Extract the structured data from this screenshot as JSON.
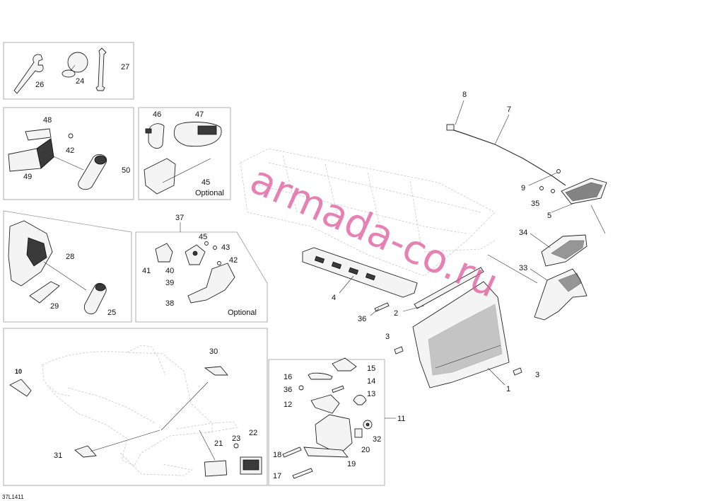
{
  "diagram": {
    "code": "37L1411",
    "watermark": "armada-co.ru",
    "optional_1": "Optional",
    "optional_2": "Optional",
    "labels": {
      "n1": "1",
      "n2": "2",
      "n3a": "3",
      "n3b": "3",
      "n4": "4",
      "n5": "5",
      "n7": "7",
      "n8": "8",
      "n9": "9",
      "n10": "10",
      "n11": "11",
      "n12": "12",
      "n13": "13",
      "n14": "14",
      "n15": "15",
      "n16": "16",
      "n17": "17",
      "n18": "18",
      "n19": "19",
      "n20": "20",
      "n21": "21",
      "n22": "22",
      "n23": "23",
      "n24": "24",
      "n25": "25",
      "n26": "26",
      "n27": "27",
      "n28": "28",
      "n29": "29",
      "n30": "30",
      "n31": "31",
      "n32": "32",
      "n33": "33",
      "n34": "34",
      "n35": "35",
      "n36a": "36",
      "n36b": "36",
      "n37": "37",
      "n38": "38",
      "n39": "39",
      "n40": "40",
      "n41": "41",
      "n42a": "42",
      "n42b": "42",
      "n43": "43",
      "n45a": "45",
      "n45b": "45",
      "n46": "46",
      "n47": "47",
      "n48": "48",
      "n49": "49",
      "n50": "50"
    }
  }
}
